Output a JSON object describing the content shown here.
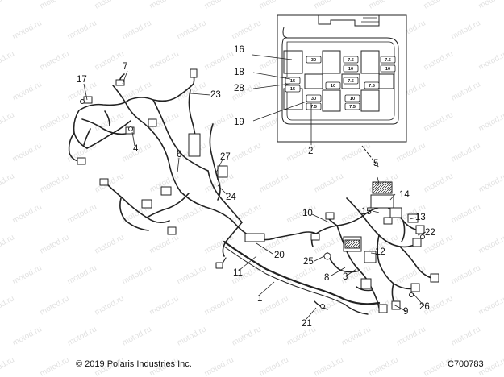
{
  "watermark": "motod.ru",
  "callouts": [
    "1",
    "2",
    "3",
    "4",
    "5",
    "6",
    "7",
    "8",
    "9",
    "10",
    "11",
    "12",
    "13",
    "14",
    "15",
    "16",
    "17",
    "18",
    "19",
    "20",
    "21",
    "22",
    "23",
    "24",
    "25",
    "26",
    "27",
    "28"
  ],
  "fuses": [
    "30",
    "7.5",
    "7.5",
    "10",
    "15",
    "7.5",
    "15",
    "10",
    "7.5",
    "10",
    "30",
    "10",
    "7.5",
    "7.5"
  ],
  "footer": {
    "copyright": "© 2019 Polaris Industries Inc.",
    "figure_id": "C700783"
  }
}
